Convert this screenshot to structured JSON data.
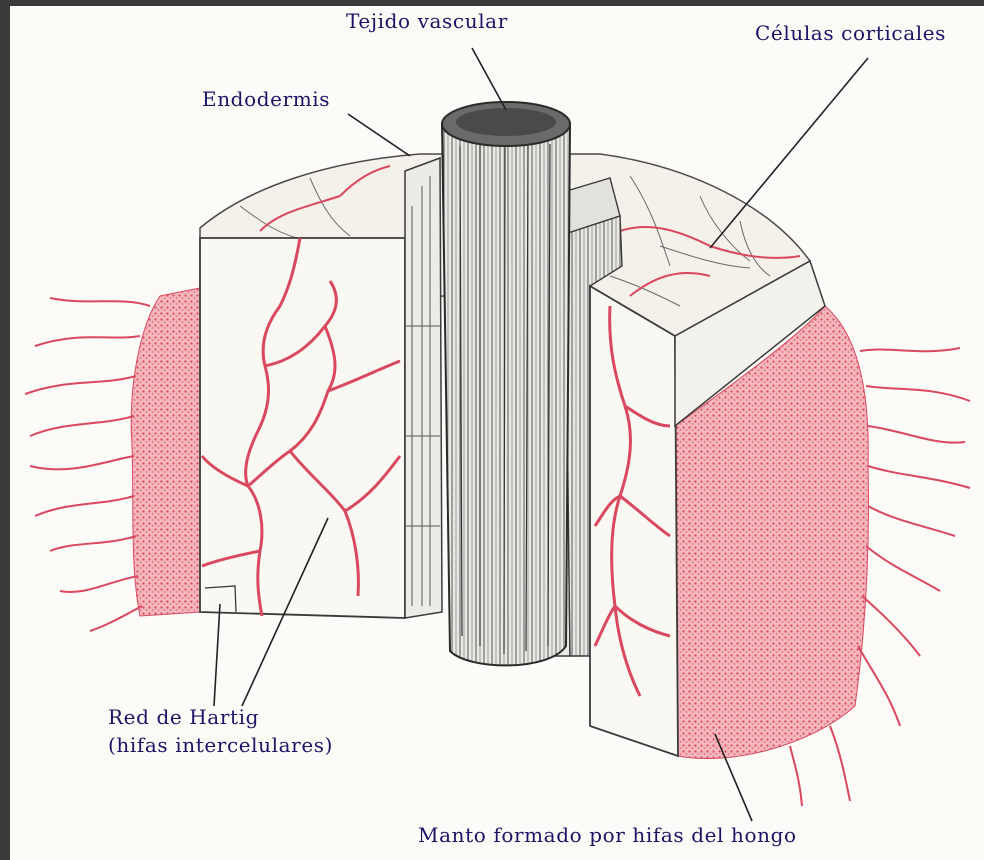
{
  "figure": {
    "labels": {
      "vascular": "Tejido vascular",
      "cortical": "Células corticales",
      "endodermis": "Endodermis",
      "hartig_line1": "Red de Hartig",
      "hartig_line2": "(hifas intercelulares)",
      "mantle": "Manto formado por hifas del hongo"
    },
    "colors": {
      "ink": "#1a1466",
      "hyphae": "#d9485f",
      "mantle": "#e8858f",
      "pencil": "#4a4a4a",
      "paper": "#fdfbf7"
    }
  }
}
